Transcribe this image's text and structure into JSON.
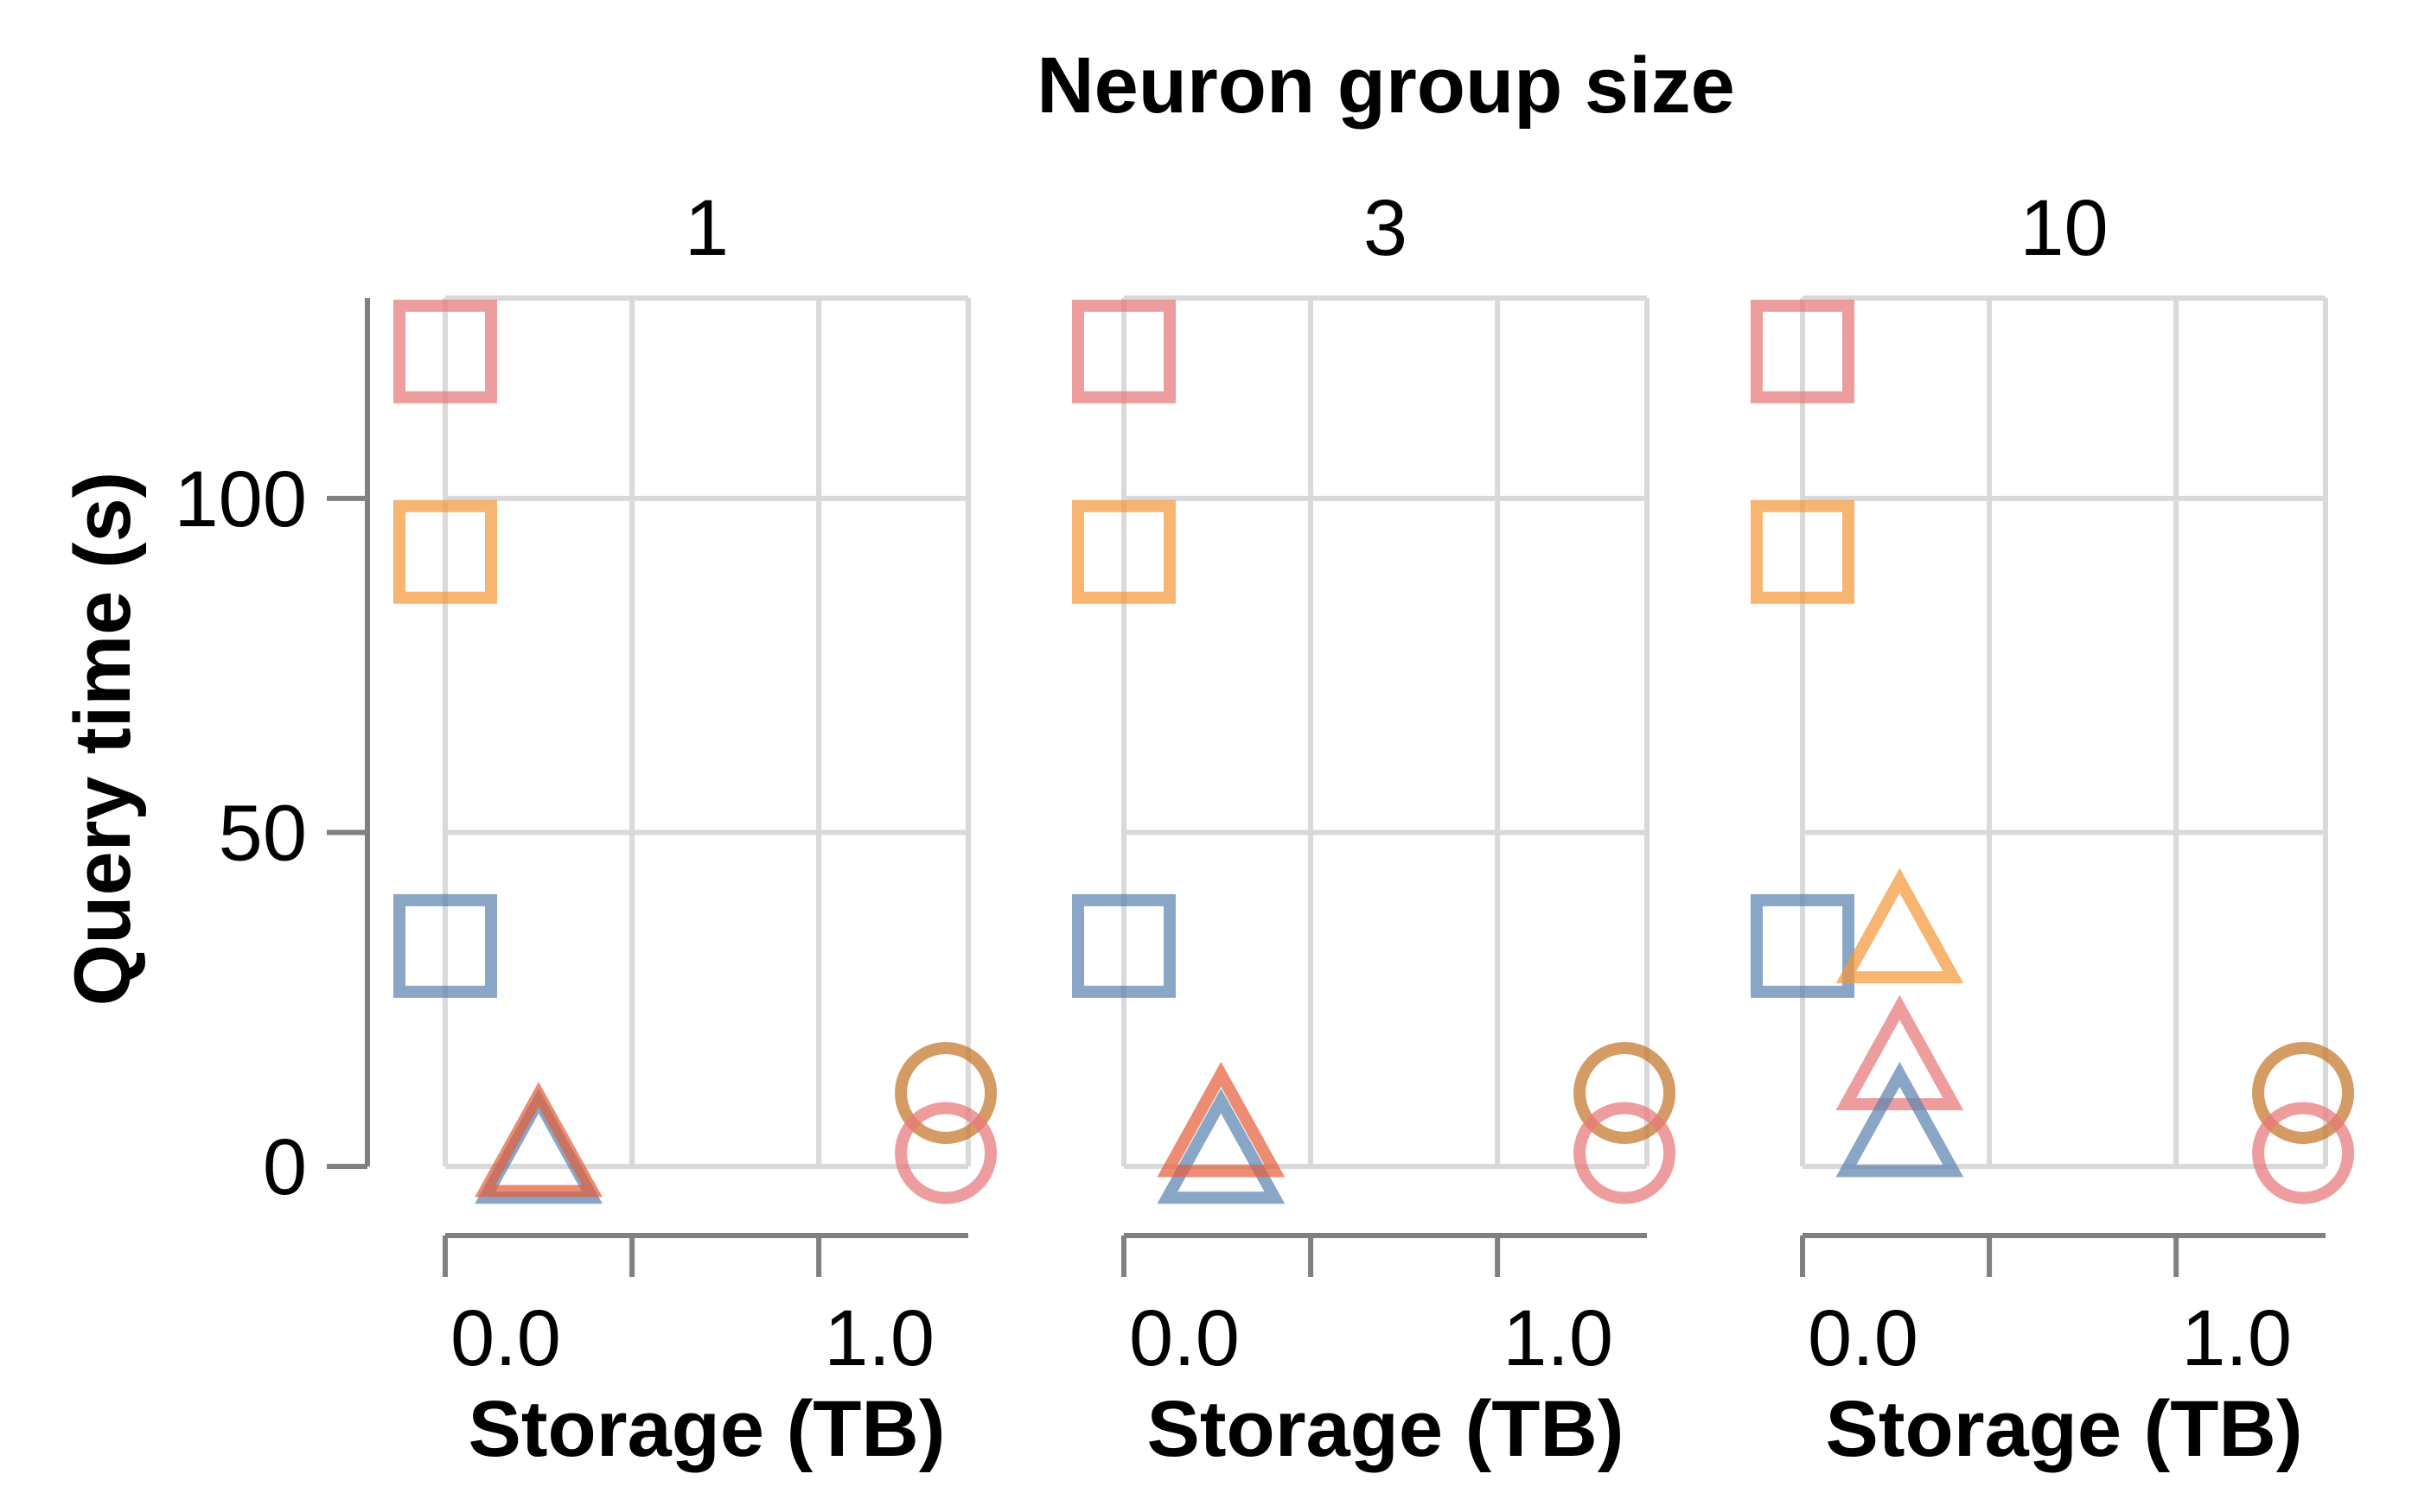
{
  "chart_data": {
    "type": "scatter",
    "title": "Neuron group size",
    "xlabel": "Storage (TB)",
    "ylabel": "Query time (s)",
    "xlim": [
      0.0,
      1.4
    ],
    "ylim": [
      0,
      130
    ],
    "x_ticks": [
      "0.0",
      "1.0"
    ],
    "x_tick_values": [
      0.0,
      0.5,
      1.0
    ],
    "y_ticks": [
      "0",
      "50",
      "100"
    ],
    "y_tick_values": [
      0,
      50,
      100
    ],
    "grid": true,
    "facets": [
      {
        "label": "1",
        "points": [
          {
            "x": 0.0,
            "y": 122,
            "shape": "square",
            "color": "#e8777a"
          },
          {
            "x": 0.0,
            "y": 92,
            "shape": "square",
            "color": "#f5973a"
          },
          {
            "x": 0.0,
            "y": 33,
            "shape": "square",
            "color": "#5b84b1"
          },
          {
            "x": 0.25,
            "y": 1,
            "shape": "triangle",
            "color": "#5b84b1"
          },
          {
            "x": 0.25,
            "y": 2,
            "shape": "triangle",
            "color": "#e35f3d"
          },
          {
            "x": 1.34,
            "y": 11,
            "shape": "circle",
            "color": "#c5752a"
          },
          {
            "x": 1.34,
            "y": 2,
            "shape": "circle",
            "color": "#e8777a"
          }
        ]
      },
      {
        "label": "3",
        "points": [
          {
            "x": 0.0,
            "y": 122,
            "shape": "square",
            "color": "#e8777a"
          },
          {
            "x": 0.0,
            "y": 92,
            "shape": "square",
            "color": "#f5973a"
          },
          {
            "x": 0.0,
            "y": 33,
            "shape": "square",
            "color": "#5b84b1"
          },
          {
            "x": 0.26,
            "y": 1,
            "shape": "triangle",
            "color": "#5b84b1"
          },
          {
            "x": 0.26,
            "y": 5,
            "shape": "triangle",
            "color": "#e35f3d"
          },
          {
            "x": 1.34,
            "y": 11,
            "shape": "circle",
            "color": "#c5752a"
          },
          {
            "x": 1.34,
            "y": 2,
            "shape": "circle",
            "color": "#e8777a"
          }
        ]
      },
      {
        "label": "10",
        "points": [
          {
            "x": 0.0,
            "y": 122,
            "shape": "square",
            "color": "#e8777a"
          },
          {
            "x": 0.0,
            "y": 92,
            "shape": "square",
            "color": "#f5973a"
          },
          {
            "x": 0.0,
            "y": 33,
            "shape": "square",
            "color": "#5b84b1"
          },
          {
            "x": 0.26,
            "y": 34,
            "shape": "triangle",
            "color": "#f5973a"
          },
          {
            "x": 0.26,
            "y": 15,
            "shape": "triangle",
            "color": "#e8777a"
          },
          {
            "x": 0.26,
            "y": 5,
            "shape": "triangle",
            "color": "#5b84b1"
          },
          {
            "x": 1.34,
            "y": 11,
            "shape": "circle",
            "color": "#c5752a"
          },
          {
            "x": 1.34,
            "y": 2,
            "shape": "circle",
            "color": "#e8777a"
          }
        ]
      }
    ]
  }
}
